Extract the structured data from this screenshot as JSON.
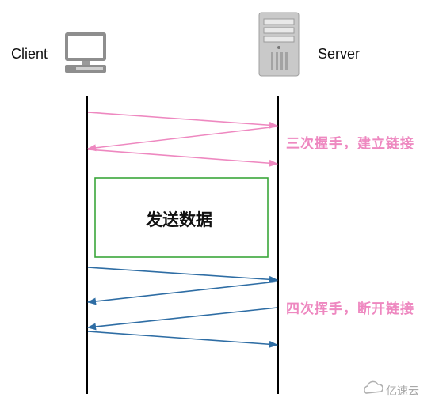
{
  "client_label": "Client",
  "server_label": "Server",
  "handshake_label": "三次握手，建立链接",
  "data_box_label": "发送数据",
  "teardown_label": "四次挥手，断开链接",
  "watermark": "亿速云",
  "colors": {
    "handshake": "#ee88c0",
    "teardown": "#2e6da4",
    "box_border": "#3aa63a",
    "lifeline": "#000000"
  },
  "icons": {
    "client": "computer-monitor-icon",
    "server": "server-tower-icon",
    "watermark": "cloud-logo-icon"
  }
}
